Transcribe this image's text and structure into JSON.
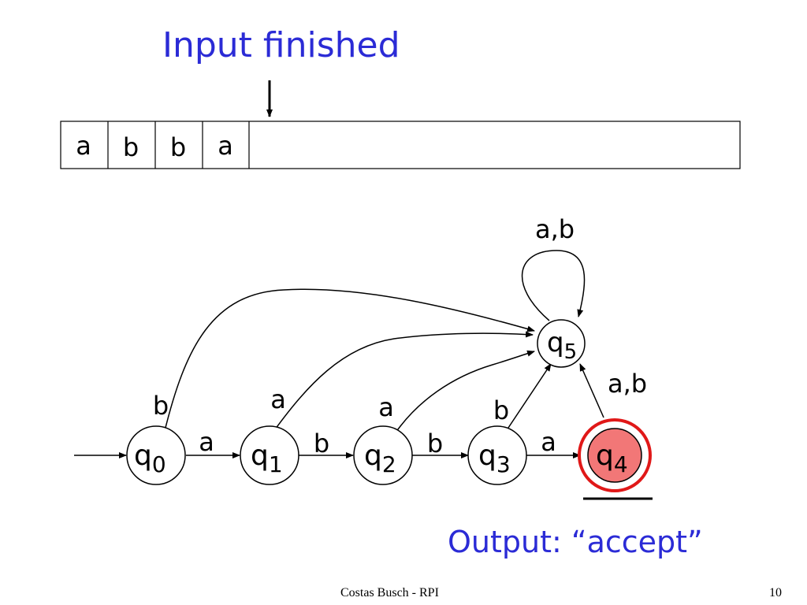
{
  "title": "Input finished",
  "tape": [
    "a",
    "b",
    "b",
    "a"
  ],
  "states": [
    {
      "id": "q0",
      "base": "q",
      "sub": "0"
    },
    {
      "id": "q1",
      "base": "q",
      "sub": "1"
    },
    {
      "id": "q2",
      "base": "q",
      "sub": "2"
    },
    {
      "id": "q3",
      "base": "q",
      "sub": "3"
    },
    {
      "id": "q4",
      "base": "q",
      "sub": "4"
    },
    {
      "id": "q5",
      "base": "q",
      "sub": "5"
    }
  ],
  "edge_labels": {
    "q0_q1": "a",
    "q1_q2": "b",
    "q2_q3": "b",
    "q3_q4": "a",
    "q0_q5": "b",
    "q1_q5": "a",
    "q2_q5": "a",
    "q3_q5": "b",
    "q4_q5": "a,b",
    "q5_loop": "a,b"
  },
  "output": "Output: “accept”",
  "footer": {
    "left": "Costas Busch - RPI",
    "right": "10"
  },
  "colors": {
    "accent_text": "#2b2bd6",
    "accept_fill": "#f27777",
    "accept_ring": "#e01818"
  }
}
